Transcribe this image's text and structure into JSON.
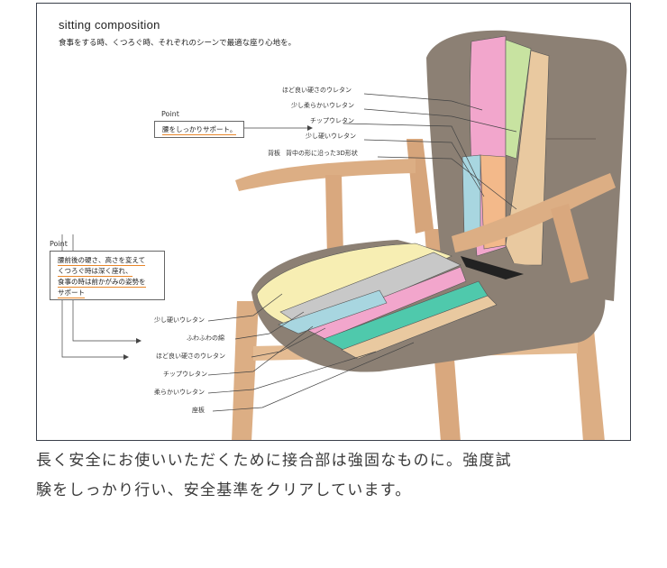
{
  "header": {
    "title": "sitting composition",
    "subtitle": "食事をする時、くつろぐ時、それぞれのシーンで最適な座り心地を。"
  },
  "backrest_labels": [
    "ほど良い硬さのウレタン",
    "少し柔らかいウレタン",
    "チップウレタン",
    "少し硬いウレタン"
  ],
  "backrest_board": {
    "name": "背板",
    "desc": "背中の形に沿った3D形状"
  },
  "point_back": {
    "tag": "Point",
    "lines": [
      "腰をしっかりサポート。"
    ]
  },
  "point_seat": {
    "tag": "Point",
    "lines": [
      "腰前後の硬さ、高さを変えて",
      "くつろぐ時は深く座れ、",
      "食事の時は前かがみの姿勢を",
      "サポート"
    ]
  },
  "seat_labels": [
    "少し硬いウレタン",
    "ふわふわの綿",
    "ほど良い硬さのウレタン",
    "チップウレタン",
    "柔らかいウレタン",
    "座板"
  ],
  "caption": {
    "line1": "長く安全にお使いいただくために接合部は強固なものに。強度試",
    "line2": "験をしっかり行い、安全基準をクリアしています。"
  },
  "colors": {
    "fabric": "#8c8074",
    "wood": "#dcae84",
    "pink": "#f2a6cc",
    "green": "#c8e3a1",
    "chip": "#a8d6e0",
    "orange": "#f3b98a",
    "cream": "#f7eeb3",
    "gray_foam": "#c8c8c8",
    "teal": "#4fc9ac",
    "tan": "#e9c9a0",
    "frame": "#3a3f4a",
    "underline": "#e8862a"
  }
}
